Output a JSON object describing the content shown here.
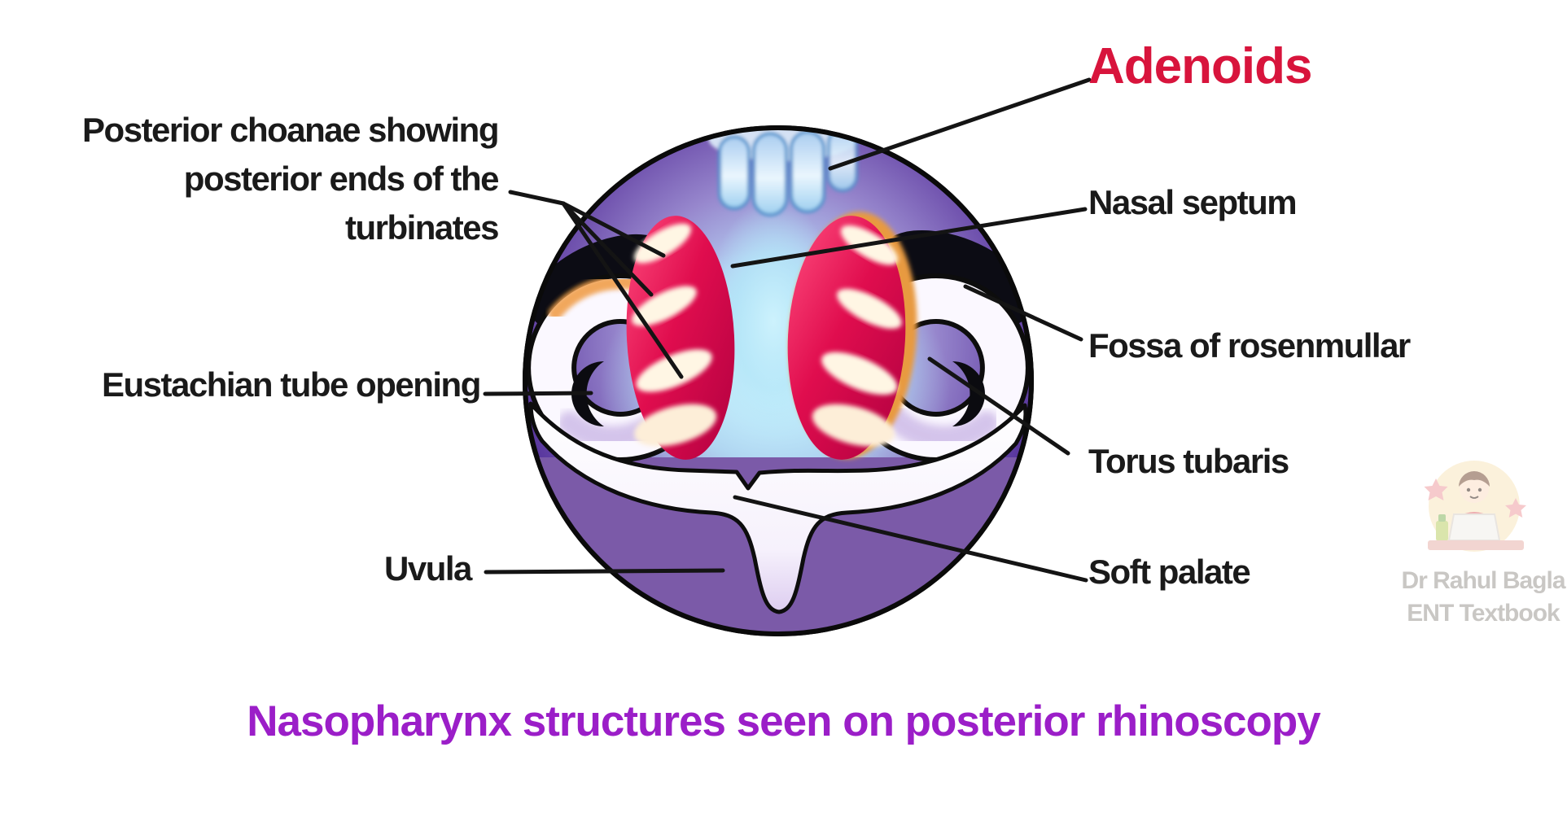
{
  "diagram": {
    "title": "Nasopharynx structures seen on posterior rhinoscopy",
    "labels": {
      "adenoids": "Adenoids",
      "posterior_choanae": {
        "line1": "Posterior choanae showing",
        "line2": "posterior ends of the",
        "line3": "turbinates"
      },
      "eustachian_tube": "Eustachian tube opening",
      "uvula": "Uvula",
      "nasal_septum": "Nasal septum",
      "fossa_of_rosenmullar": "Fossa of rosenmullar",
      "torus_tubaris": "Torus tubaris",
      "soft_palate": "Soft palate"
    },
    "colors": {
      "adenoids_label": "#d8143c",
      "title": "#9b1ec8",
      "label_text": "#1a1a1a",
      "leader_line": "#141414",
      "sphere_deep_purple": "#41207f",
      "sphere_mid_purple": "#9787cd",
      "center_glow_cyan": "#c6ecfa",
      "choana_red": "#e00d4e",
      "turbinate_highlight": "#fff6e4",
      "soft_palate_white": "#ffffff",
      "lower_pharynx_purple": "#7b5aa8",
      "orange_accent": "#f0a050",
      "watermark_text": "#c9c7c4"
    }
  },
  "watermark": {
    "line1": "Dr Rahul Bagla",
    "line2": "ENT Textbook"
  }
}
